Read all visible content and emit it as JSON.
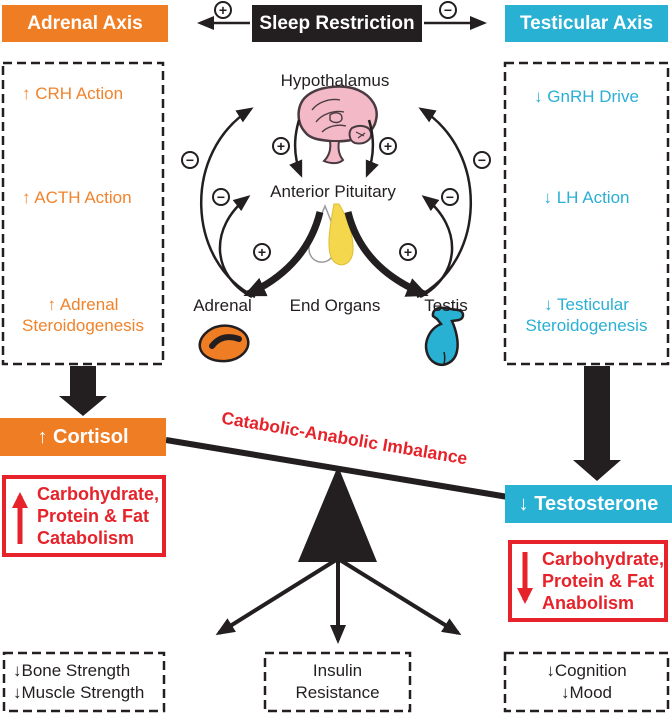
{
  "signs": {
    "plus": "+",
    "minus": "−"
  },
  "header": {
    "adrenal_axis": "Adrenal Axis",
    "sleep_restriction": "Sleep Restriction",
    "testicular_axis": "Testicular Axis"
  },
  "adrenal_panel": {
    "item1": "↑ CRH Action",
    "item2": "↑ ACTH Action",
    "item3": "↑ Adrenal\nSteroidogenesis"
  },
  "testicular_panel": {
    "item1": "↓ GnRH Drive",
    "item2": "↓ LH Action",
    "item3": "↓ Testicular\nSteroidogenesis"
  },
  "hpa_core": {
    "hypothalamus": "Hypothalamus",
    "anterior_pituitary": "Anterior Pituitary",
    "adrenal": "Adrenal",
    "end_organs": "End Organs",
    "testis": "Testis"
  },
  "outcomes": {
    "cortisol": "↑ Cortisol",
    "testosterone": "↓ Testosterone",
    "imbalance": "Catabolic-Anabolic Imbalance",
    "catabolism_text": "Carbohydrate,\nProtein & Fat\nCatabolism",
    "anabolism_text": "Carbohydrate,\nProtein & Fat\nAnabolism"
  },
  "consequences": {
    "musculoskeletal": {
      "line1": "↓Bone Strength",
      "line2": "↓Muscle Strength"
    },
    "metabolic": {
      "line1": "Insulin",
      "line2": "Resistance"
    },
    "neurocognitive": {
      "line1": "↓Cognition",
      "line2": "↓Mood"
    }
  },
  "palette": {
    "orange": "#EF7D23",
    "cyan": "#29B1D4",
    "red": "#E6232A",
    "ink": "#231F20",
    "brain_pink": "#F3B9C6",
    "pituitary_yellow": "#F5D74E"
  }
}
